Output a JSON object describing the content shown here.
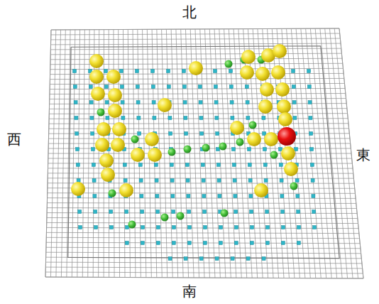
{
  "diagram": {
    "labels": [
      "北",
      "南",
      "西",
      "東"
    ]
  }
}
